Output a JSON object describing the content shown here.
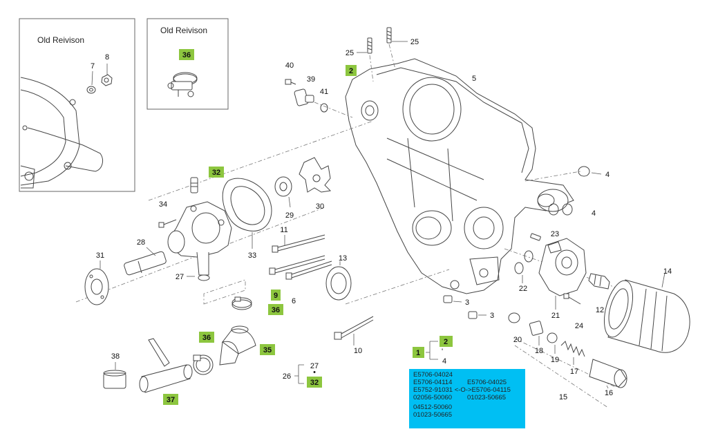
{
  "insets": [
    {
      "title": "Old Reivison",
      "labels": [
        "7",
        "8"
      ]
    },
    {
      "title": "Old Reivison",
      "labels": [
        "36"
      ]
    }
  ],
  "labels": {
    "l2a": "2",
    "l25a": "25",
    "l25b": "25",
    "l5": "5",
    "l40": "40",
    "l39": "39",
    "l41": "41",
    "l4a": "4",
    "l4b": "4",
    "l32a": "32",
    "l34": "34",
    "l29": "29",
    "l30": "30",
    "l11": "11",
    "l33": "33",
    "l28": "28",
    "l31": "31",
    "l27a": "27",
    "l9": "9",
    "l6": "6",
    "l13": "13",
    "l36b": "36",
    "l23": "23",
    "l22": "22",
    "l21": "21",
    "l12": "12",
    "l14": "14",
    "l3a": "3",
    "l3b": "3",
    "l24": "24",
    "l36c": "36",
    "l35": "35",
    "l38": "38",
    "l37": "37",
    "l10": "10",
    "l1": "1",
    "l2b": "2",
    "l4c": "4",
    "l27b": "27",
    "l26": "26",
    "l32b": "32",
    "l20": "20",
    "l18": "18",
    "l19": "19",
    "l17": "17",
    "l15": "15",
    "l16": "16"
  },
  "info_box": {
    "lines_left": [
      "E5706-04024",
      "E5706-04114",
      "E5752-91031 <-O->E5706-04115",
      "02056-50060",
      "04512-50060",
      "01023-50665"
    ],
    "lines_right": [
      "E5706-04025",
      "01023-50665"
    ]
  },
  "colors": {
    "highlight": "#8dc63f",
    "info_bg": "#00bff3",
    "line": "#333333"
  }
}
